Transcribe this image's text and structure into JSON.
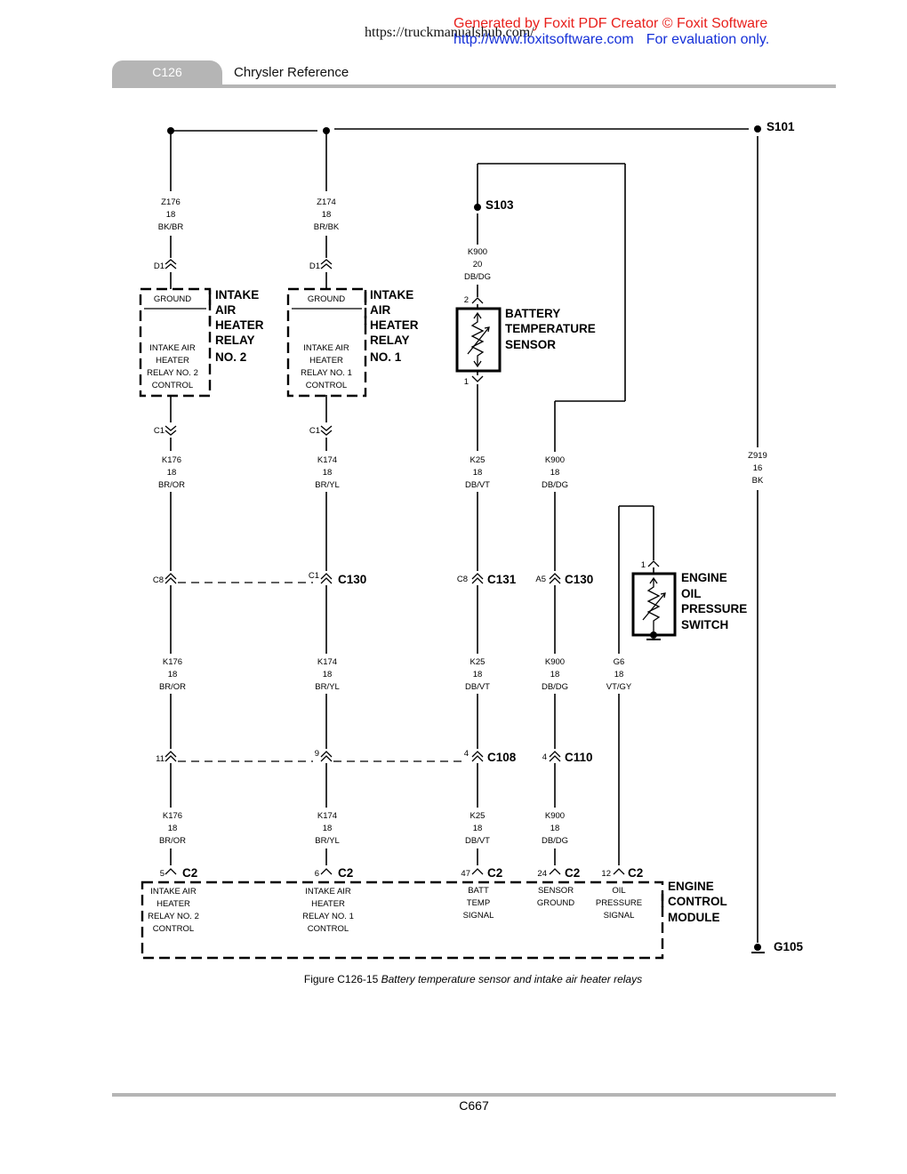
{
  "watermark": {
    "url": "https://truckmanualshub.com/",
    "line1": "Generated by Foxit PDF Creator © Foxit Software",
    "line2_link": "http://www.foxitsoftware.com",
    "line2_note": "For evaluation only."
  },
  "header": {
    "section": "C126",
    "title": "Chrysler Reference"
  },
  "caption": {
    "number": "Figure C126-15",
    "text": "Battery temperature sensor and intake air heater relays"
  },
  "footer": {
    "page": "C667"
  },
  "splices": {
    "s101": "S101",
    "s103": "S103",
    "g105": "G105"
  },
  "wires": {
    "z176": [
      "Z176",
      "18",
      "BK/BR"
    ],
    "z174": [
      "Z174",
      "18",
      "BR/BK"
    ],
    "k900_top": [
      "K900",
      "20",
      "DB/DG"
    ],
    "k176": [
      "K176",
      "18",
      "BR/OR"
    ],
    "k174": [
      "K174",
      "18",
      "BR/YL"
    ],
    "k25": [
      "K25",
      "18",
      "DB/VT"
    ],
    "k900": [
      "K900",
      "18",
      "DB/DG"
    ],
    "g6": [
      "G6",
      "18",
      "VT/GY"
    ],
    "z919": [
      "Z919",
      "16",
      "BK"
    ]
  },
  "relay2": {
    "pin_top": "D1",
    "pin_bottom": "C1",
    "ground": "GROUND",
    "control": [
      "INTAKE AIR",
      "HEATER",
      "RELAY NO. 2",
      "CONTROL"
    ],
    "name": [
      "INTAKE",
      "AIR",
      "HEATER",
      "RELAY",
      "NO. 2"
    ]
  },
  "relay1": {
    "pin_top": "D1",
    "pin_bottom": "C1",
    "ground": "GROUND",
    "control": [
      "INTAKE AIR",
      "HEATER",
      "RELAY NO. 1",
      "CONTROL"
    ],
    "name": [
      "INTAKE",
      "AIR",
      "HEATER",
      "RELAY",
      "NO. 1"
    ]
  },
  "battery_sensor": {
    "pin_top": "2",
    "pin_bottom": "1",
    "name": [
      "BATTERY",
      "TEMPERATURE",
      "SENSOR"
    ]
  },
  "oil_switch": {
    "pin_top": "1",
    "name": [
      "ENGINE",
      "OIL",
      "PRESSURE",
      "SWITCH"
    ]
  },
  "connectors": {
    "c130_left": {
      "pin_a": "C8",
      "pin_b": "C1",
      "name": "C130"
    },
    "c131": {
      "pin": "C8",
      "name": "C131"
    },
    "c130_right": {
      "pin": "A5",
      "name": "C130"
    },
    "c108": {
      "pin_a": "11",
      "pin_b": "9",
      "pin_c": "4",
      "name": "C108"
    },
    "c110": {
      "pin": "4",
      "name": "C110"
    }
  },
  "ecm": {
    "name": [
      "ENGINE",
      "CONTROL",
      "MODULE"
    ],
    "connector": "C2",
    "pins": [
      {
        "pin": "5",
        "label": [
          "INTAKE AIR",
          "HEATER",
          "RELAY NO. 2",
          "CONTROL"
        ]
      },
      {
        "pin": "6",
        "label": [
          "INTAKE AIR",
          "HEATER",
          "RELAY NO. 1",
          "CONTROL"
        ]
      },
      {
        "pin": "47",
        "label": [
          "BATT",
          "TEMP",
          "SIGNAL"
        ]
      },
      {
        "pin": "24",
        "label": [
          "SENSOR",
          "GROUND"
        ]
      },
      {
        "pin": "12",
        "label": [
          "OIL",
          "PRESSURE",
          "SIGNAL"
        ]
      }
    ]
  }
}
